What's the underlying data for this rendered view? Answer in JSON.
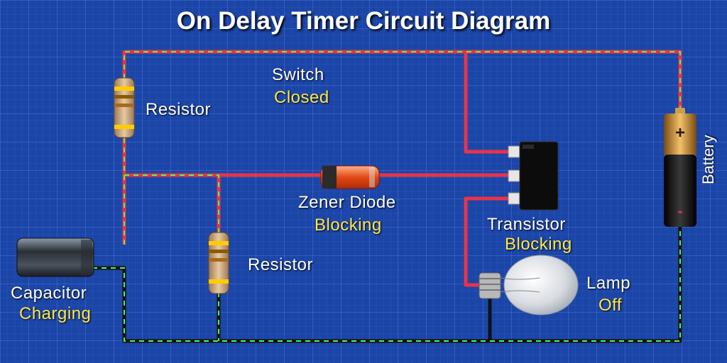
{
  "title": "On Delay Timer Circuit Diagram",
  "labels": {
    "switch": "Switch",
    "switch_state": "Closed",
    "resistor_top": "Resistor",
    "resistor_bottom": "Resistor",
    "zener": "Zener Diode",
    "zener_state": "Blocking",
    "transistor": "Transistor",
    "transistor_state": "Blocking",
    "capacitor": "Capacitor",
    "capacitor_state": "Charging",
    "lamp": "Lamp",
    "lamp_state": "Off",
    "battery": "Battery",
    "battery_plus": "+",
    "battery_minus": "-"
  },
  "colors": {
    "positive_wire": "#e8334a",
    "negative_wire": "#111111",
    "flow_dash": "#4cff4c",
    "state_text": "#ffe94a"
  }
}
